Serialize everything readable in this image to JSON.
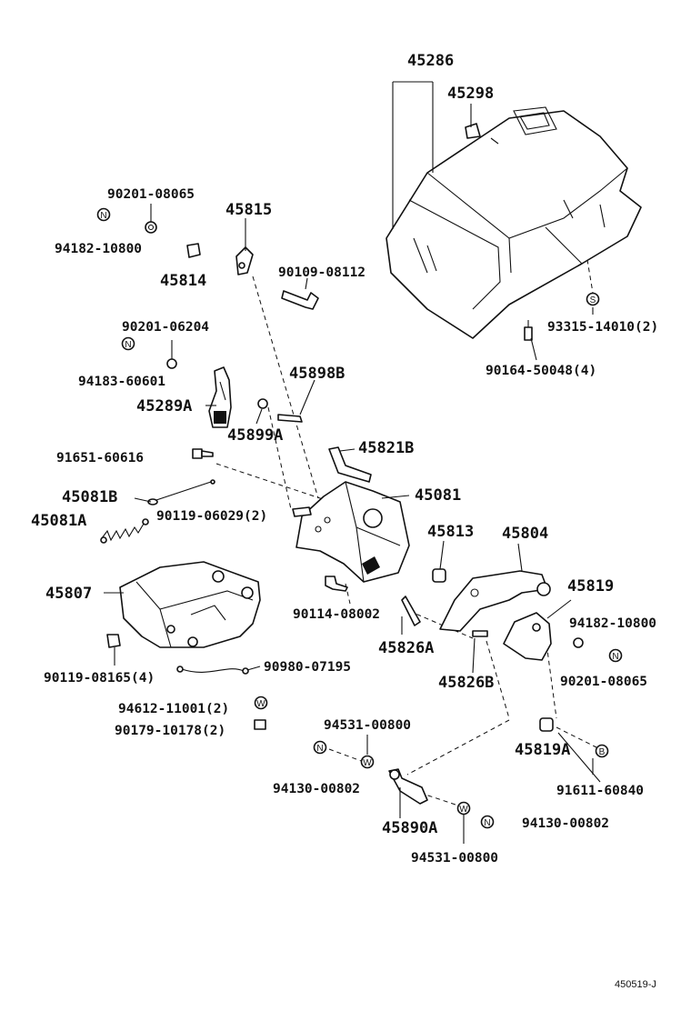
{
  "diagram": {
    "labels": {
      "p45286": "45286",
      "p45298": "45298",
      "p90201_08065_top": "90201-08065",
      "p94182_10800_top": "94182-10800",
      "p45815": "45815",
      "p45814": "45814",
      "p90109_08112": "90109-08112",
      "p93315_14010": "93315-14010(2)",
      "p90201_06204": "90201-06204",
      "p94183_60601": "94183-60601",
      "p90164_50048": "90164-50048(4)",
      "p45898B": "45898B",
      "p45289A": "45289A",
      "p45899A": "45899A",
      "p45821B": "45821B",
      "p91651_60616": "91651-60616",
      "p45081": "45081",
      "p45081B": "45081B",
      "p90119_06029": "90119-06029(2)",
      "p45081A": "45081A",
      "p45813": "45813",
      "p45804": "45804",
      "p45807": "45807",
      "p45819": "45819",
      "p90114_08002": "90114-08002",
      "p94182_10800_right": "94182-10800",
      "p45826A": "45826A",
      "p90119_08165": "90119-08165(4)",
      "p90980_07195": "90980-07195",
      "p45826B": "45826B",
      "p90201_08065_right": "90201-08065",
      "p94612_11001": "94612-11001(2)",
      "p90179_10178": "90179-10178(2)",
      "p94531_00800_top": "94531-00800",
      "p45819A": "45819A",
      "p94130_00802_left": "94130-00802",
      "p91611_60840": "91611-60840",
      "p45890A": "45890A",
      "p94130_00802_right": "94130-00802",
      "p94531_00800_bottom": "94531-00800",
      "drawing_code": "450519-J"
    },
    "markers": {
      "n": "N",
      "s": "S",
      "w": "W",
      "b": "B"
    }
  }
}
